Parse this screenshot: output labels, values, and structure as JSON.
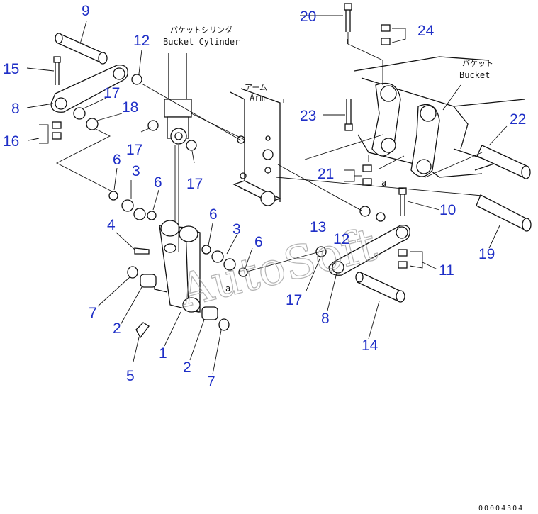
{
  "labels": {
    "bucket_cylinder_jp": "バケットシリンダ",
    "bucket_cylinder_en": "Bucket Cylinder",
    "arm_jp": "アーム",
    "arm_en": "Arm",
    "bucket_jp": "バケット",
    "bucket_en": "Bucket",
    "ref_a": "a",
    "diagram_code": "00004304",
    "watermark": "AutoSoft"
  },
  "callouts": [
    "9",
    "15",
    "12",
    "17",
    "18",
    "8",
    "16",
    "6",
    "3",
    "17",
    "17",
    "6",
    "4",
    "7",
    "2",
    "5",
    "1",
    "2",
    "7",
    "6",
    "3",
    "6",
    "20",
    "24",
    "23",
    "21",
    "22",
    "10",
    "19",
    "13",
    "12",
    "17",
    "8",
    "11",
    "14"
  ],
  "colors": {
    "callout": "#1f2fc7",
    "line": "#111111",
    "watermark": "#9a9a9a"
  }
}
